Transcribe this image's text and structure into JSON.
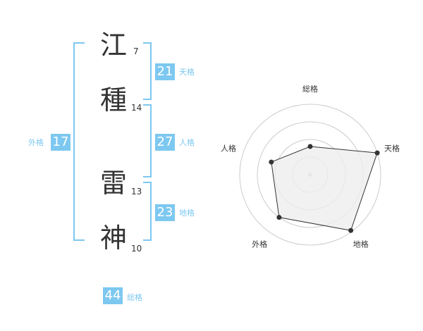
{
  "name": {
    "chars": [
      {
        "char": "江",
        "strokes": "7"
      },
      {
        "char": "種",
        "strokes": "14"
      },
      {
        "char": "雷",
        "strokes": "13"
      },
      {
        "char": "神",
        "strokes": "10"
      }
    ]
  },
  "kakusu": {
    "tenkaku": {
      "value": "21",
      "label": "天格"
    },
    "jinkaku": {
      "value": "27",
      "label": "人格"
    },
    "chikaku": {
      "value": "23",
      "label": "地格"
    },
    "gaikaku": {
      "value": "17",
      "label": "外格"
    },
    "soukaku": {
      "value": "44",
      "label": "総格"
    }
  },
  "colors": {
    "accent": "#7dc8f0",
    "text": "#333333",
    "grid": "#cccccc",
    "fill": "#eeeeee"
  },
  "chart_data": {
    "type": "radar",
    "axes": [
      "総格",
      "天格",
      "地格",
      "外格",
      "人格"
    ],
    "values": [
      0.4,
      1.0,
      0.98,
      0.75,
      0.58
    ],
    "rings": 4,
    "grid": true
  }
}
